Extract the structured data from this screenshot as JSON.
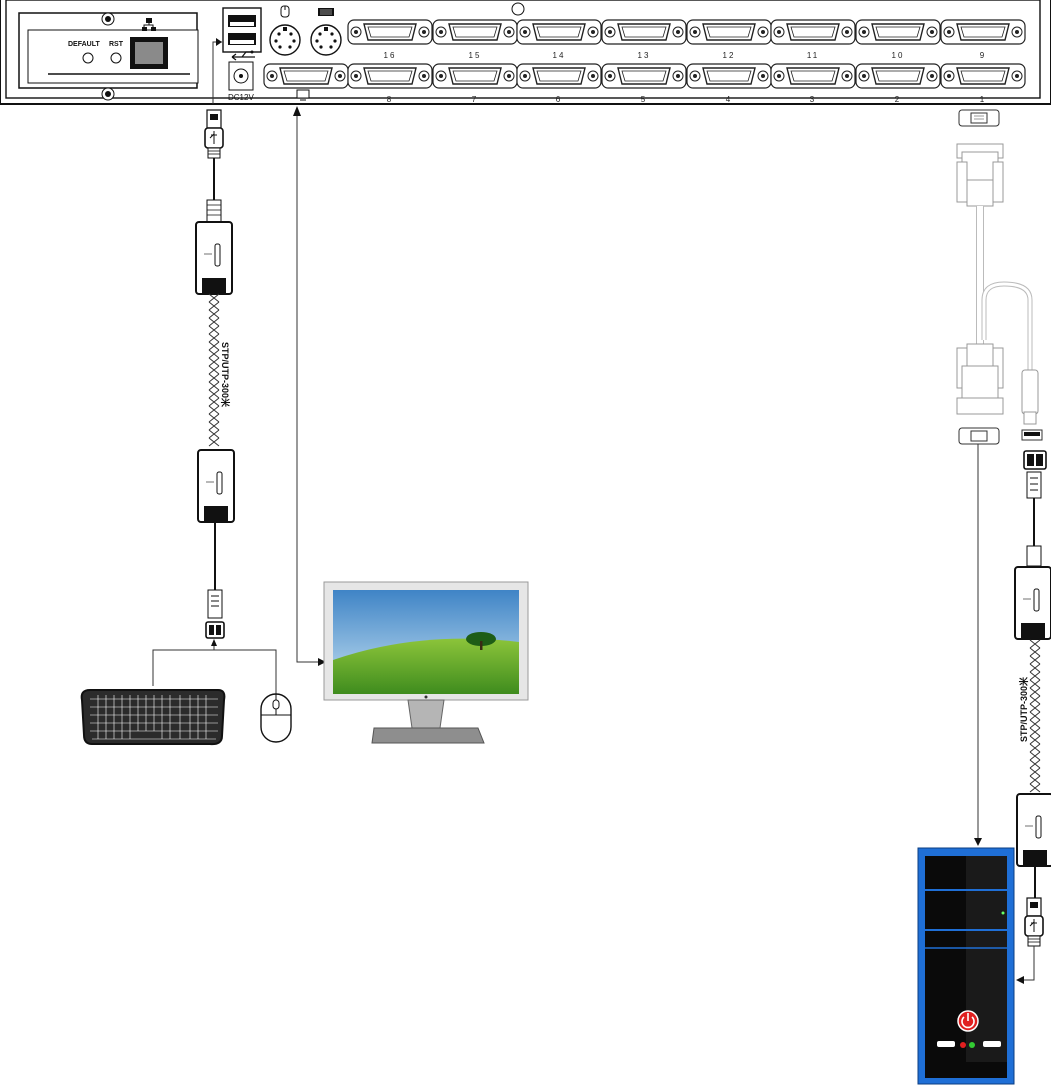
{
  "panel": {
    "default_label": "DEFAULT",
    "rst_label": "RST",
    "power_label": "DC12V",
    "ports_top": [
      "16",
      "15",
      "14",
      "13",
      "12",
      "11",
      "10",
      "9"
    ],
    "ports_bottom": [
      "8",
      "7",
      "6",
      "5",
      "4",
      "3",
      "2",
      "1"
    ]
  },
  "cables": {
    "left_label": "STP/UTP-300米",
    "right_label": "STP/UTP-300米"
  },
  "colors": {
    "computer_frame": "#1f6fd6",
    "computer_body": "#0a0a0a",
    "power_button": "#e02020",
    "monitor_frame": "#e6e6e6",
    "keyboard": "#2b2b2b"
  },
  "icons": [
    "usb-icon",
    "network-icon",
    "mouse-icon",
    "keyboard-icon",
    "monitor-icon",
    "power-icon"
  ]
}
